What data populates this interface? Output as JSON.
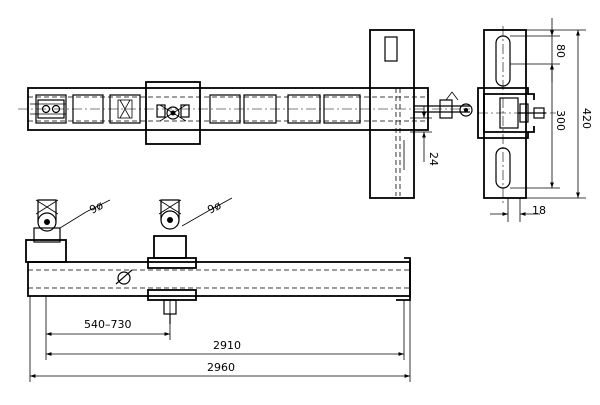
{
  "drawing": {
    "dimensions": {
      "height_total": "420",
      "slot_top": "80",
      "slot_spacing": "300",
      "bolt_offset": "24",
      "plate_thickness": "18",
      "diameter_left": "9",
      "diameter_right": "9",
      "adjust_range": "540–730",
      "span_inner": "2910",
      "span_total": "2960"
    },
    "diameter_symbol": "ø"
  }
}
